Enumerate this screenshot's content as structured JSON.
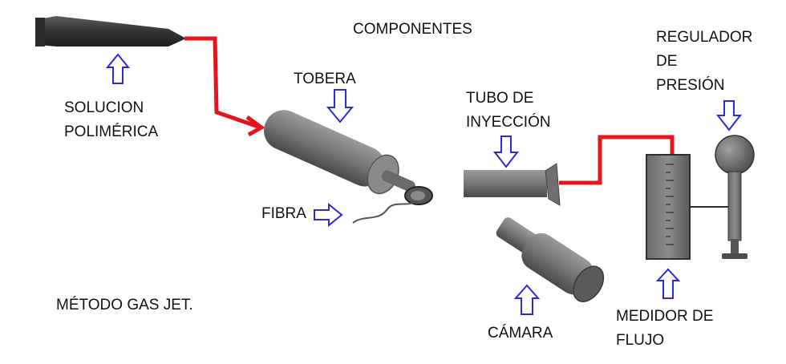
{
  "title": "COMPONENTES",
  "method": "MÉTODO GAS JET.",
  "labels": {
    "solucion_line1": "SOLUCION",
    "solucion_line2": "POLIMÉRICA",
    "tobera": "TOBERA",
    "fibra": "FIBRA",
    "tubo_line1": "TUBO DE",
    "tubo_line2": "INYECCIÓN",
    "regulador_line1": "REGULADOR",
    "regulador_line2": "DE",
    "regulador_line3": "PRESIÓN",
    "camara": "CÁMARA",
    "medidor_line1": "MEDIDOR DE",
    "medidor_line2": "FLUJO"
  },
  "colors": {
    "tube_line": "#e8141b",
    "arrow_outline": "#2a2adc",
    "metal": "#7d7d7d",
    "metal_dark": "#3f3f3f",
    "text": "#111111"
  }
}
